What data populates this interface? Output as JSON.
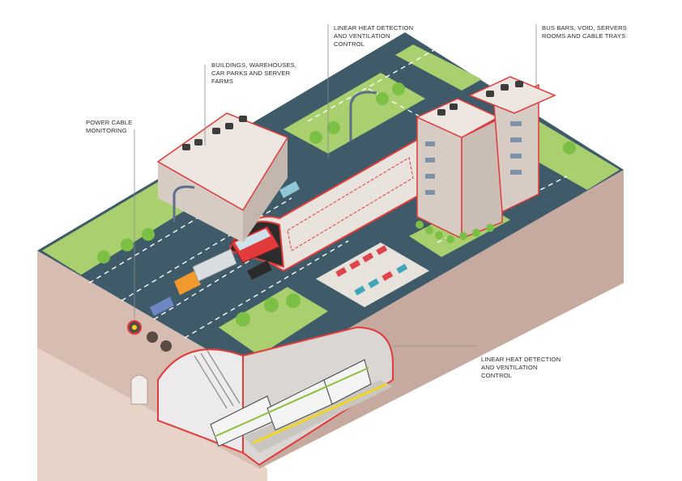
{
  "callouts": {
    "power_cable": "POWER CABLE\nMONITORING",
    "buildings": "BUILDINGS, WAREHOUSES,\nCAR PARKS AND SERVER\nFARMS",
    "road_tunnel": "LINEAR HEAT DETECTION\nAND VENTILATION\nCONTROL",
    "bus_bars": "BUS BARS, VOID, SERVERS\nROOMS AND CABLE TRAYS",
    "rail_tunnel": "LINEAR HEAT DETECTION\nAND VENTILATION\nCONTROL"
  },
  "colors": {
    "grass": "#a9cf6e",
    "road": "#3e5866",
    "lane_marking": "#ffffff",
    "ground_side": "#cdb4aa",
    "ground_front": "#e2ccc2",
    "detection_line": "#e23b3b",
    "building": "#d9cfc8",
    "tree": "#7bbf45",
    "leader_line": "#8c8c8c"
  }
}
